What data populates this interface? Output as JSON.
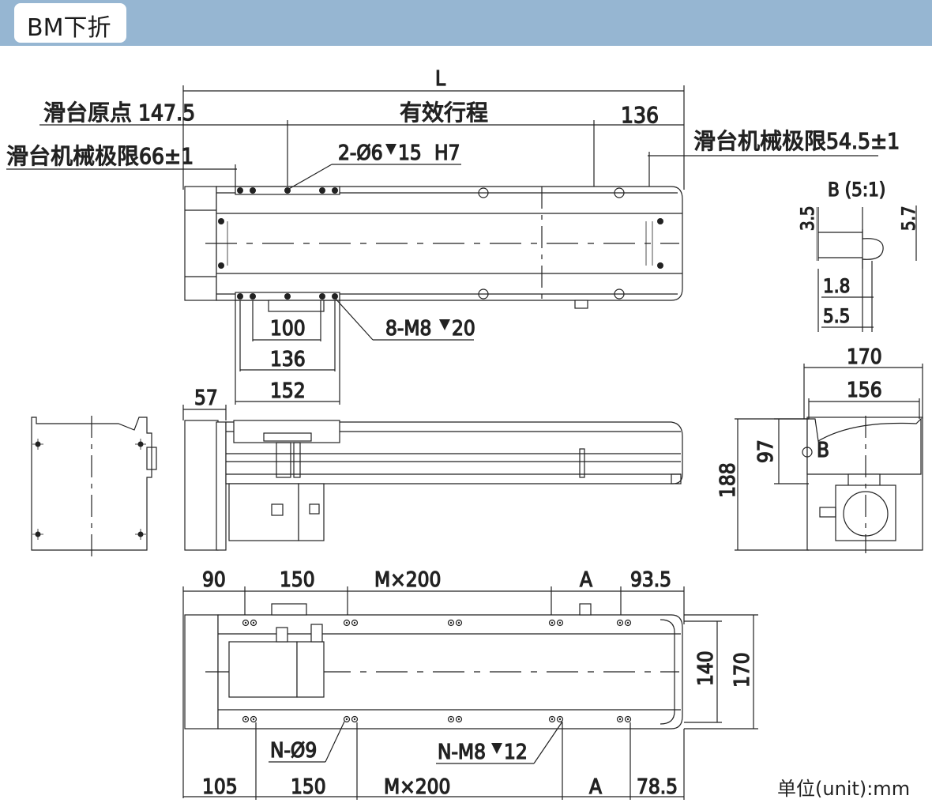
{
  "header": {
    "title": "BM下折"
  },
  "unit_label": "单位(unit):mm",
  "top_view": {
    "L": "L",
    "slide_origin": "滑台原点 147.5",
    "effective_stroke": "有效行程",
    "dim_136_top": "136",
    "slide_limit_left": "滑台机械极限66±1",
    "slide_limit_right": "滑台机械极限54.5±1",
    "pin_hole": "2-Ø6",
    "pin_hole_depth": "15",
    "pin_hole_tol": "H7",
    "tap_holes": "8-M8",
    "tap_holes_depth": "20",
    "dim_100": "100",
    "dim_136": "136",
    "dim_152": "152"
  },
  "detail_b": {
    "title": "B (5:1)",
    "dim_3_5": "3.5",
    "dim_5_7": "5.7",
    "dim_1_8": "1.8",
    "dim_5_5": "5.5"
  },
  "side_view": {
    "dim_57": "57"
  },
  "end_view": {
    "dim_170": "170",
    "dim_156": "156",
    "dim_97": "97",
    "dim_188": "188",
    "label_b": "B"
  },
  "bottom_view": {
    "dim_90": "90",
    "dim_150_top": "150",
    "dim_m200_top": "M×200",
    "dim_a_top": "A",
    "dim_93_5": "93.5",
    "dim_140": "140",
    "dim_170": "170",
    "hole_n9": "N-Ø9",
    "hole_nm8": "N-M8",
    "hole_nm8_depth": "12",
    "dim_105": "105",
    "dim_150_bottom": "150",
    "dim_m200_bottom": "M×200",
    "dim_a_bottom": "A",
    "dim_78_5": "78.5"
  }
}
